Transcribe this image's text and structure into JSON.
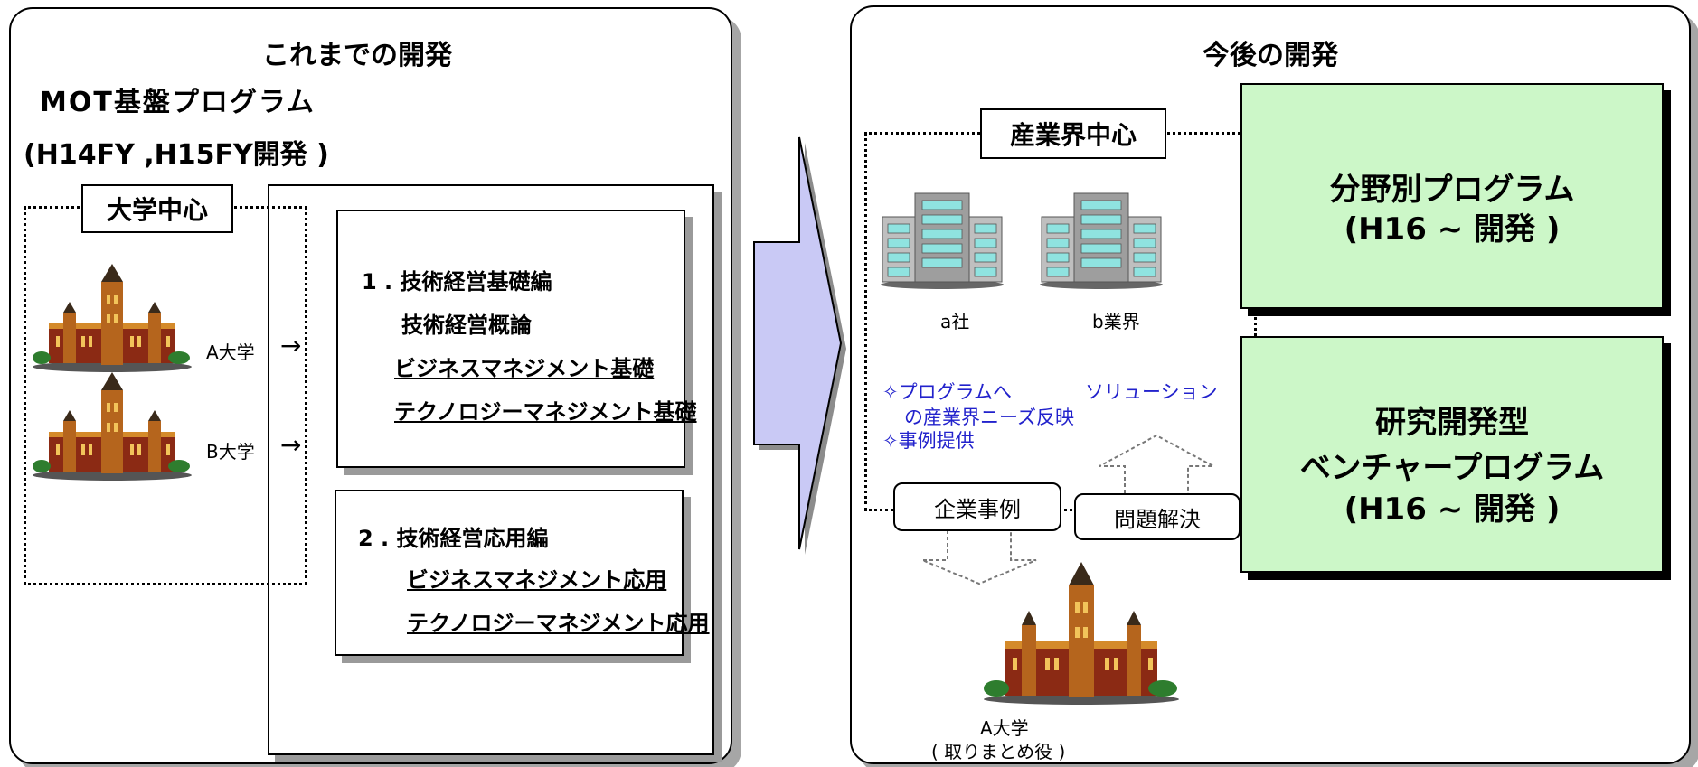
{
  "left": {
    "title": "これまでの開発",
    "program_name": "MOT基盤プログラム",
    "program_years": "(H14FY ,H15FY開発 )",
    "center_label": "大学中心",
    "univ_a": "A大学",
    "univ_b": "B大学",
    "basic": {
      "heading": "1 . 技術経営基礎編",
      "items": [
        "技術経営概論",
        "ビジネスマネジメント基礎",
        "テクノロジーマネジメント基礎"
      ]
    },
    "applied": {
      "heading": "2 . 技術経営応用編",
      "items": [
        "ビジネスマネジメント応用",
        "テクノロジーマネジメント応用"
      ]
    }
  },
  "right": {
    "title": "今後の開発",
    "center_label": "産業界中心",
    "company_a": "a社",
    "industry_b": "b業界",
    "feedback_line1": "✧プログラムへ",
    "feedback_line2": "の産業界ニーズ反映",
    "feedback_line3": "✧事例提供",
    "solution": "ソリューション",
    "case_box": "企業事例",
    "problem_box": "問題解決",
    "univ_a": "A大学",
    "univ_a_role": "( 取りまとめ役 )",
    "green1_line1": "分野別プログラム",
    "green1_line2": "(H16 ~ 開発 )",
    "green2_line1": "研究開発型",
    "green2_line2": "ベンチャープログラム",
    "green2_line3": "(H16 ~ 開発 )"
  },
  "colors": {
    "green_box": "#ccf7c8",
    "arrow_fill": "#c9c9f5",
    "blue_text": "#2222cc",
    "shadow": "#a6a6a6"
  }
}
